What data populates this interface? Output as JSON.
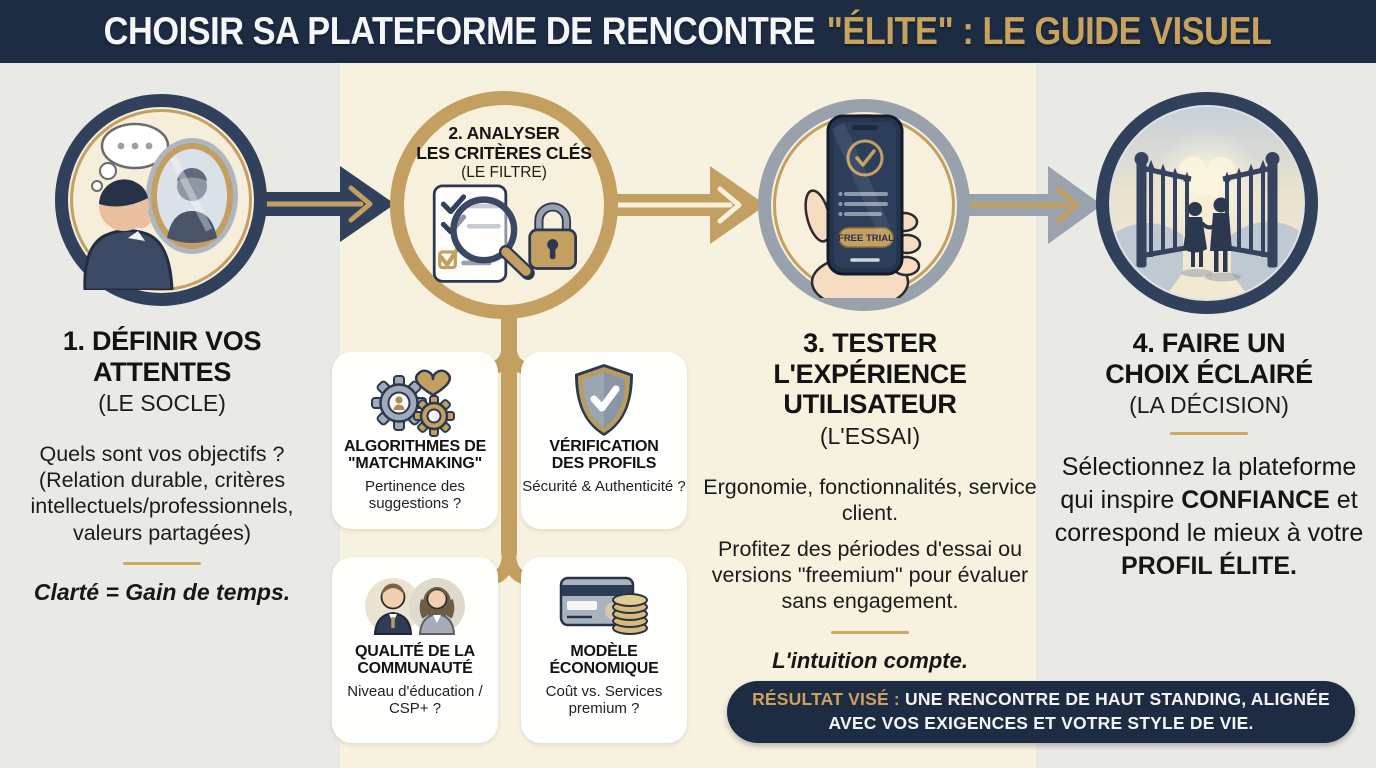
{
  "header": {
    "title_main": "CHOISIR SA PLATEFORME DE RENCONTRE",
    "title_accent": "\"ÉLITE\" : LE GUIDE VISUEL"
  },
  "steps": [
    {
      "number": "1",
      "title_lines": [
        "1. DÉFINIR VOS",
        "ATTENTES"
      ],
      "subtitle": "(LE SOCLE)",
      "body1": "Quels sont vos objectifs ?",
      "body2": "(Relation durable, critères intellectuels/professionnels, valeurs partagées)",
      "note": "Clarté = Gain de temps.",
      "icon": "man-mirror-icon"
    },
    {
      "number": "2",
      "title_lines": [
        "2. ANALYSER",
        "LES CRITÈRES CLÉS"
      ],
      "subtitle": "(LE FILTRE)",
      "icon": "checklist-magnifier-lock-icon"
    },
    {
      "number": "3",
      "title_lines": [
        "3. TESTER",
        "L'EXPÉRIENCE",
        "UTILISATEUR"
      ],
      "subtitle": "(L'ESSAI)",
      "body1": "Ergonomie, fonctionnalités, service client.",
      "body2": "Profitez des périodes d'essai ou versions \"freemium\" pour évaluer sans engagement.",
      "note": "L'intuition compte.",
      "phone_button_label": "FREE TRIAL",
      "icon": "hand-phone-icon"
    },
    {
      "number": "4",
      "title_lines": [
        "4. FAIRE UN",
        "CHOIX ÉCLAIRÉ"
      ],
      "subtitle": "(LA DÉCISION)",
      "body_pre": "Sélectionnez la plateforme qui inspire ",
      "body_bold1": "CONFIANCE",
      "body_mid": " et correspond le mieux à votre ",
      "body_bold2": "PROFIL ÉLITE.",
      "icon": "gates-couple-icon"
    }
  ],
  "criteria_cards": [
    {
      "title_lines": [
        "ALGORITHMES DE",
        "\"MATCHMAKING\""
      ],
      "subtitle": "Pertinence des suggestions ?",
      "icon": "gears-heart-icon"
    },
    {
      "title_lines": [
        "VÉRIFICATION",
        "DES PROFILS"
      ],
      "subtitle": "Sécurité & Authenticité ?",
      "icon": "shield-check-icon"
    },
    {
      "title_lines": [
        "QUALITÉ DE LA",
        "COMMUNAUTÉ"
      ],
      "subtitle": "Niveau d'éducation / CSP+ ?",
      "icon": "professional-couple-icon"
    },
    {
      "title_lines": [
        "MODÈLE",
        "ÉCONOMIQUE"
      ],
      "subtitle": "Coût vs. Services premium ?",
      "icon": "credit-card-coins-icon"
    }
  ],
  "result_banner": {
    "label": "RÉSULTAT VISÉ :",
    "text": "UNE RENCONTRE DE HAUT STANDING, ALIGNÉE AVEC VOS EXIGENCES ET VOTRE STYLE DE VIE."
  },
  "colors": {
    "navy": "#1d2c43",
    "gold": "#c3a061",
    "cream": "#f7f1e0",
    "light_gray": "#e9e9e6",
    "arrow_gray": "#9aa2ad",
    "card_white": "#ffffff"
  }
}
